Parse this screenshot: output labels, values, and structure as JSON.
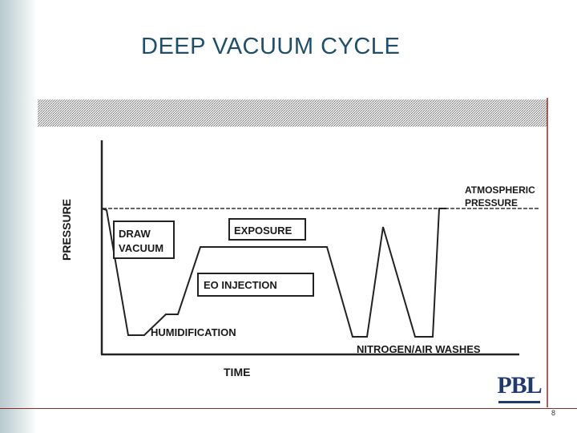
{
  "slide": {
    "title": "DEEP VACUUM CYCLE",
    "page_number": "8",
    "logo_text": "PBL"
  },
  "diagram": {
    "y_axis_label": "PRESSURE",
    "x_axis_label": "TIME",
    "atmospheric_label_line1": "ATMOSPHERIC",
    "atmospheric_label_line2": "PRESSURE",
    "draw_vacuum_line1": "DRAW",
    "draw_vacuum_line2": "VACUUM",
    "exposure_label": "EXPOSURE",
    "eo_injection_label": "EO INJECTION",
    "humidification_label": "HUMIDIFICATION",
    "washes_label": "NITROGEN/AIR WASHES"
  },
  "colors": {
    "title": "#1f4e68",
    "footer_rule": "#8a2d1f",
    "logo": "#1f3a6e"
  }
}
